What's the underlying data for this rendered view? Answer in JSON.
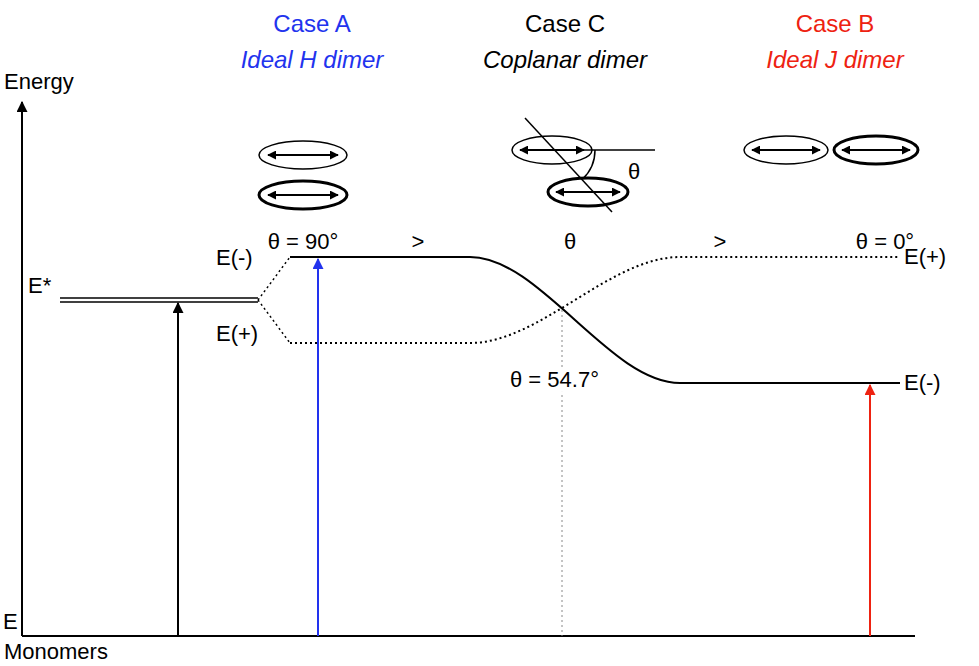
{
  "diagram": {
    "labels": [
      "Case A",
      "Ideal H dimer",
      "Case C",
      "Coplanar dimer",
      "Case B",
      "Ideal J dimer",
      "Energy",
      "θ = 90°",
      ">",
      "θ",
      ">",
      "θ = 0°",
      "θ",
      "E(-)",
      "E*",
      "E(+)",
      "E(+)",
      "E(-)",
      "θ = 54.7°",
      "E",
      "Monomers"
    ]
  }
}
